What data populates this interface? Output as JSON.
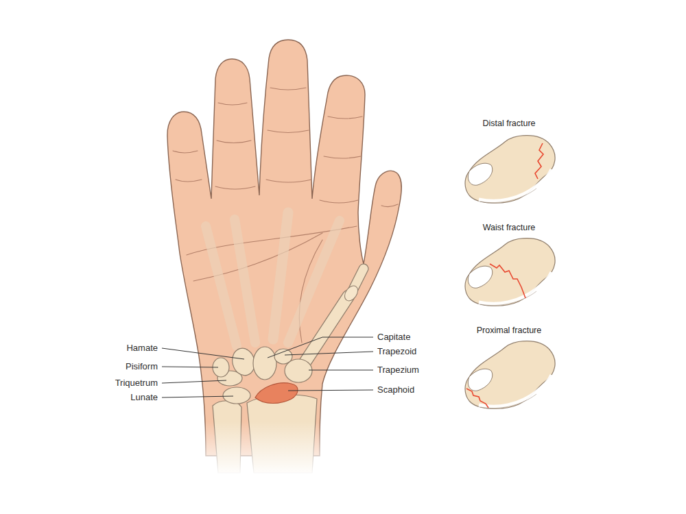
{
  "diagram": {
    "labels": [
      "Hamate",
      "Pisiform",
      "Triquetrum",
      "Lunate",
      "Capitate",
      "Trapezoid",
      "Trapezium",
      "Scaphoid",
      "Distal fracture",
      "Waist fracture",
      "Proximal fracture"
    ]
  }
}
